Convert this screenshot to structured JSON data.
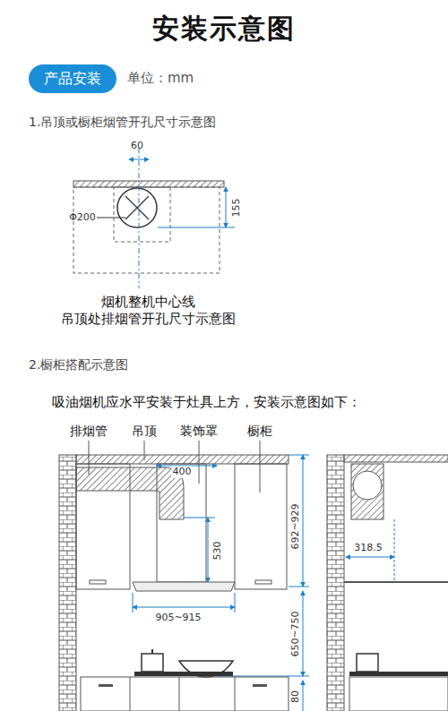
{
  "diagram": {
    "title": "安装示意图",
    "nodes": [
      {
        "text": [
          "产品安装"
        ]
      }
    ],
    "labels": [
      "单位：mm",
      "1.吊顶或橱柜烟管开孔尺寸示意图",
      "60",
      "Φ200",
      "155",
      "烟机整机中心线",
      "吊顶处排烟管开孔尺寸示意图",
      "2.橱柜搭配示意图",
      "吸油烟机应水平安装于灶具上方，安装示意图如下：",
      "排烟管",
      "吊顶",
      "装饰罩",
      "橱柜",
      "400",
      "530",
      "692~929",
      "905~915",
      "650~750",
      "318.5",
      "80"
    ]
  }
}
